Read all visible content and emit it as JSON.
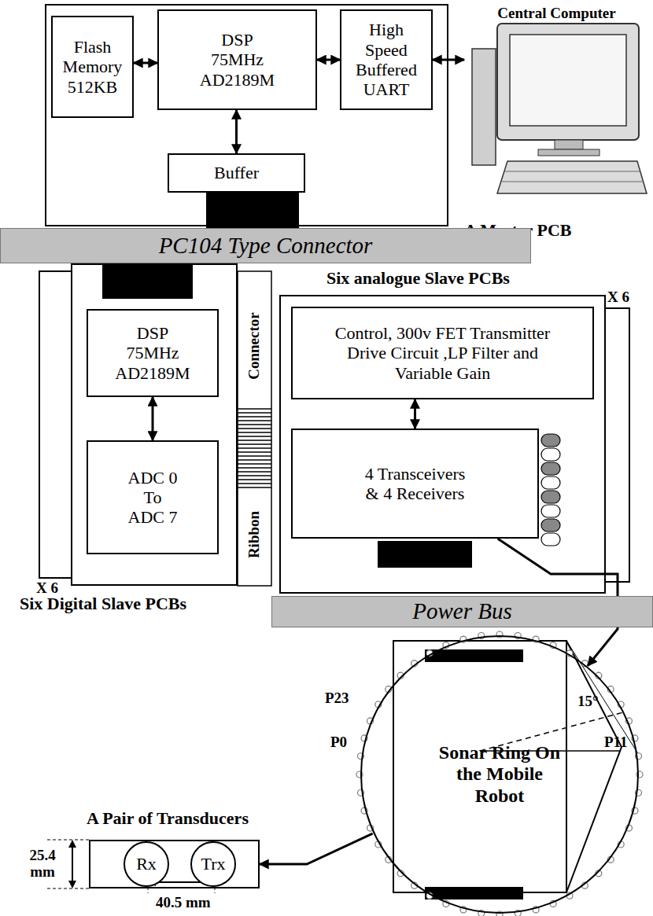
{
  "diagram": {
    "nodes": [
      {
        "text": [
          "A Master PCB"
        ]
      },
      {
        "text": [
          "Flash Memory 512KB"
        ],
        "in": 0
      },
      {
        "text": [
          "DSP 75MHz AD2189M"
        ],
        "in": 0
      },
      {
        "text": [
          "High Speed Buffered UART"
        ],
        "in": 0
      },
      {
        "text": [
          "Buffer"
        ],
        "in": 0
      },
      {
        "text": [
          "Central Computer"
        ]
      },
      {
        "text": [
          "PC104 Type Connector"
        ]
      },
      {
        "text": [
          "Six Digital Slave PCBs"
        ]
      },
      {
        "text": [
          "DSP 75MHz AD2189M"
        ],
        "in": 7
      },
      {
        "text": [
          "ADC 0 To ADC 7"
        ],
        "in": 7
      },
      {
        "text": [
          "Six analogue Slave PCBs"
        ]
      },
      {
        "text": [
          "Control, 300v FET Transmitter Drive Circuit ,LP Filter and Variable Gain"
        ],
        "in": 10
      },
      {
        "text": [
          "4 Transceivers & 4 Receivers"
        ],
        "in": 10
      },
      {
        "text": [
          "Power Bus"
        ]
      },
      {
        "text": [
          "Sonar Ring On the Mobile Robot"
        ]
      },
      {
        "text": [
          "A Pair of Transducers"
        ]
      },
      {
        "text": [
          "Rx"
        ],
        "in": 15
      },
      {
        "text": [
          "Trx"
        ],
        "in": 15
      }
    ],
    "edges": [
      {
        "from": 1,
        "to": 2,
        "arrow": "both"
      },
      {
        "from": 2,
        "to": 3,
        "arrow": "both"
      },
      {
        "from": 3,
        "to": 5,
        "arrow": "both"
      },
      {
        "from": 2,
        "to": 4,
        "arrow": "both"
      },
      {
        "from": 8,
        "to": 9,
        "arrow": "both"
      },
      {
        "from": 11,
        "to": 12,
        "arrow": "both"
      },
      {
        "from": 12,
        "to": 14,
        "arrow": "to"
      },
      {
        "from": 14,
        "to": 15,
        "arrow": "to"
      }
    ],
    "labels": [
      "X 6",
      "X 6",
      "Connector",
      "Ribbon",
      "P23",
      "P0",
      "P11",
      "15°",
      "25.4 mm",
      "40.5 mm"
    ]
  }
}
